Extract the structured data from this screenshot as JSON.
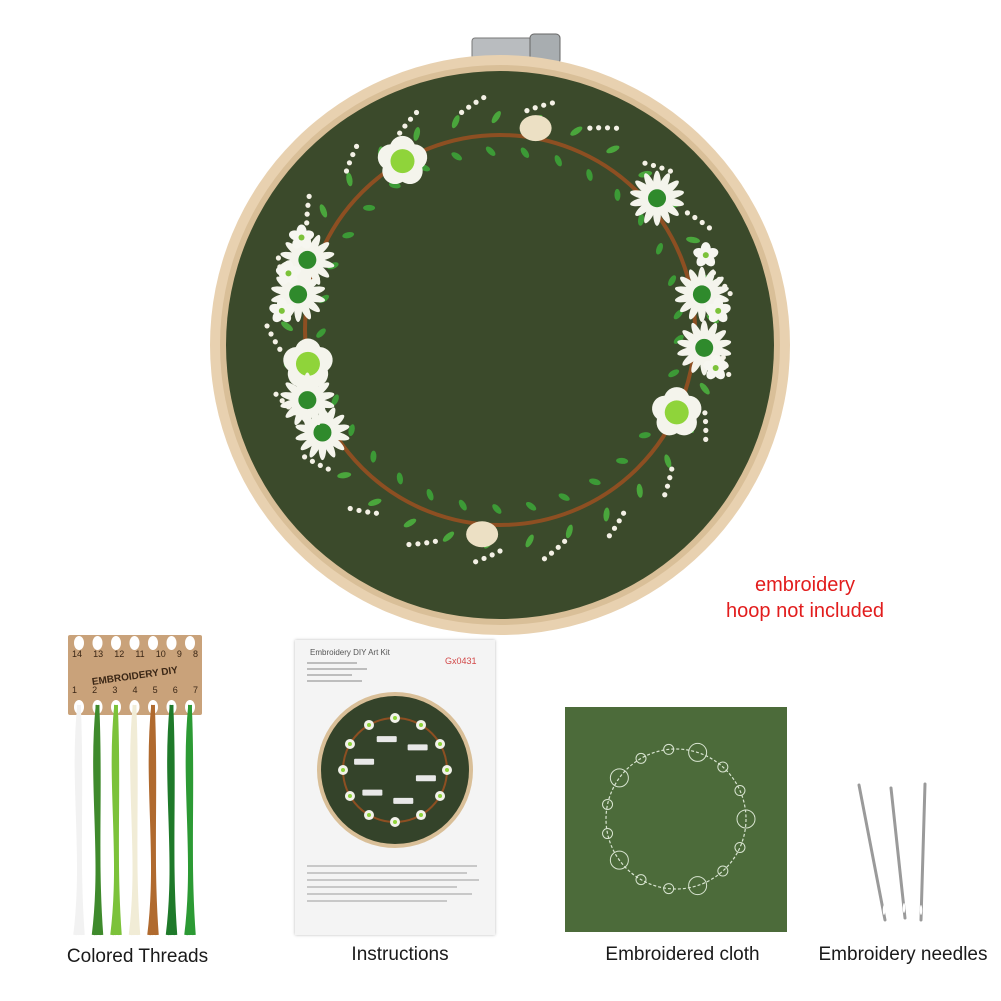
{
  "note": {
    "line1": "embroidery",
    "line2": "hoop not included"
  },
  "thread_card": {
    "brand": "EMBROIDERY DIY",
    "top_numbers": [
      "14",
      "13",
      "12",
      "11",
      "10",
      "9",
      "8"
    ],
    "bottom_numbers": [
      "1",
      "2",
      "3",
      "4",
      "5",
      "6",
      "7"
    ]
  },
  "instructions_sheet": {
    "title": "Embroidery DIY Art Kit",
    "code": "Gx0431"
  },
  "captions": {
    "threads": "Colored Threads",
    "instructions": "Instructions",
    "cloth": "Embroidered cloth",
    "needles": "Embroidery needles"
  },
  "colors": {
    "cloth": "#3a4a2a",
    "hoop": "#e9d3b4",
    "note": "#e21d1d",
    "thread_brown": "#9b5a26"
  }
}
